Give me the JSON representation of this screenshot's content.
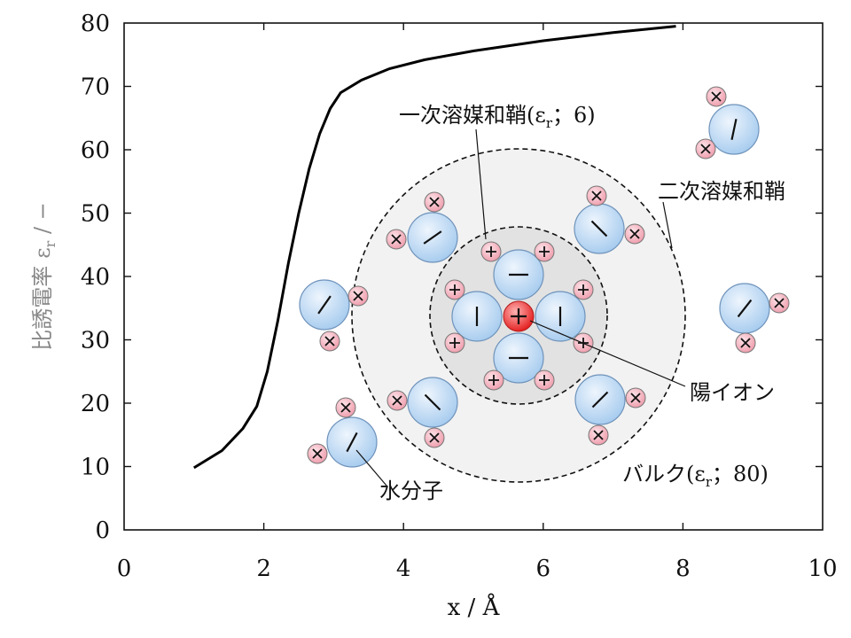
{
  "chart_data": {
    "type": "line",
    "xlabel": "x / Å",
    "ylabel": "比誘電率 εr / −",
    "ylabel_main": "比誘電率",
    "ylabel_eps": "ε",
    "ylabel_sub": "r",
    "ylabel_tail": " / −",
    "xlim": [
      0,
      10
    ],
    "ylim": [
      0,
      80
    ],
    "x_ticks": [
      "0",
      "2",
      "4",
      "6",
      "8",
      "10"
    ],
    "y_ticks": [
      "0",
      "10",
      "20",
      "30",
      "40",
      "50",
      "60",
      "70",
      "80"
    ],
    "series": [
      {
        "x": [
          1.0,
          1.4,
          1.7,
          1.9,
          2.05,
          2.2,
          2.35,
          2.5,
          2.65,
          2.8,
          2.95,
          3.1,
          3.4,
          3.8,
          4.3,
          5.0,
          6.0,
          7.0,
          7.9
        ],
        "y": [
          9.8,
          12.5,
          16.0,
          19.5,
          25.0,
          33.0,
          42.0,
          50.0,
          57.0,
          62.5,
          66.5,
          69.0,
          71.0,
          72.8,
          74.2,
          75.6,
          77.2,
          78.5,
          79.5
        ]
      }
    ]
  },
  "annotations": {
    "primary_shell_main": "一次溶媒和鞘(",
    "primary_shell_eps": "ε",
    "primary_shell_sub": "r",
    "primary_shell_tail": "；6)",
    "secondary_shell": "二次溶媒和鞘",
    "cation": "陽イオン",
    "bulk_main": "バルク(",
    "bulk_eps": "ε",
    "bulk_sub": "r",
    "bulk_tail": "；80)",
    "water": "水分子"
  },
  "colors": {
    "water_fill": "#b8d5f2",
    "hydrogen_fill": "#f2b6c0",
    "cation_fill": "#e83a3a",
    "primary_shell_fill": "#e3e3e3",
    "secondary_shell_fill": "#f1f1f1"
  }
}
